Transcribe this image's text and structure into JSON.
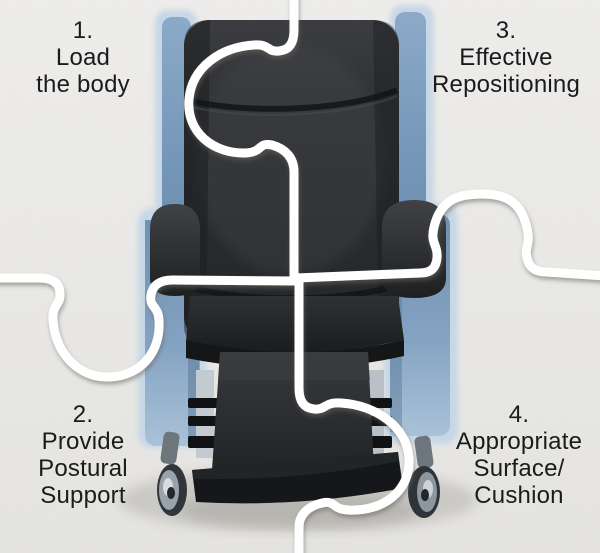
{
  "illustration": {
    "name": "healthcare recliner chair photo with four-piece jigsaw puzzle overlay",
    "colors": {
      "background": "#eae9e6",
      "text": "#1b1b1b",
      "puzzle_line": "#ffffff",
      "chair_blue": "#7e9cbc",
      "chair_blue_light": "#c6d7e6",
      "cushion_black": "#2a2c2e",
      "caster_gray": "#99a3ab"
    }
  },
  "labels": [
    {
      "number": "1.",
      "lines": [
        "Load",
        "the body"
      ],
      "position": "top-left"
    },
    {
      "number": "2.",
      "lines": [
        "Provide",
        "Postural",
        "Support"
      ],
      "position": "bottom-left"
    },
    {
      "number": "3.",
      "lines": [
        "Effective",
        "Repositioning"
      ],
      "position": "top-right"
    },
    {
      "number": "4.",
      "lines": [
        "Appropriate",
        "Surface/",
        "Cushion"
      ],
      "position": "bottom-right"
    }
  ]
}
